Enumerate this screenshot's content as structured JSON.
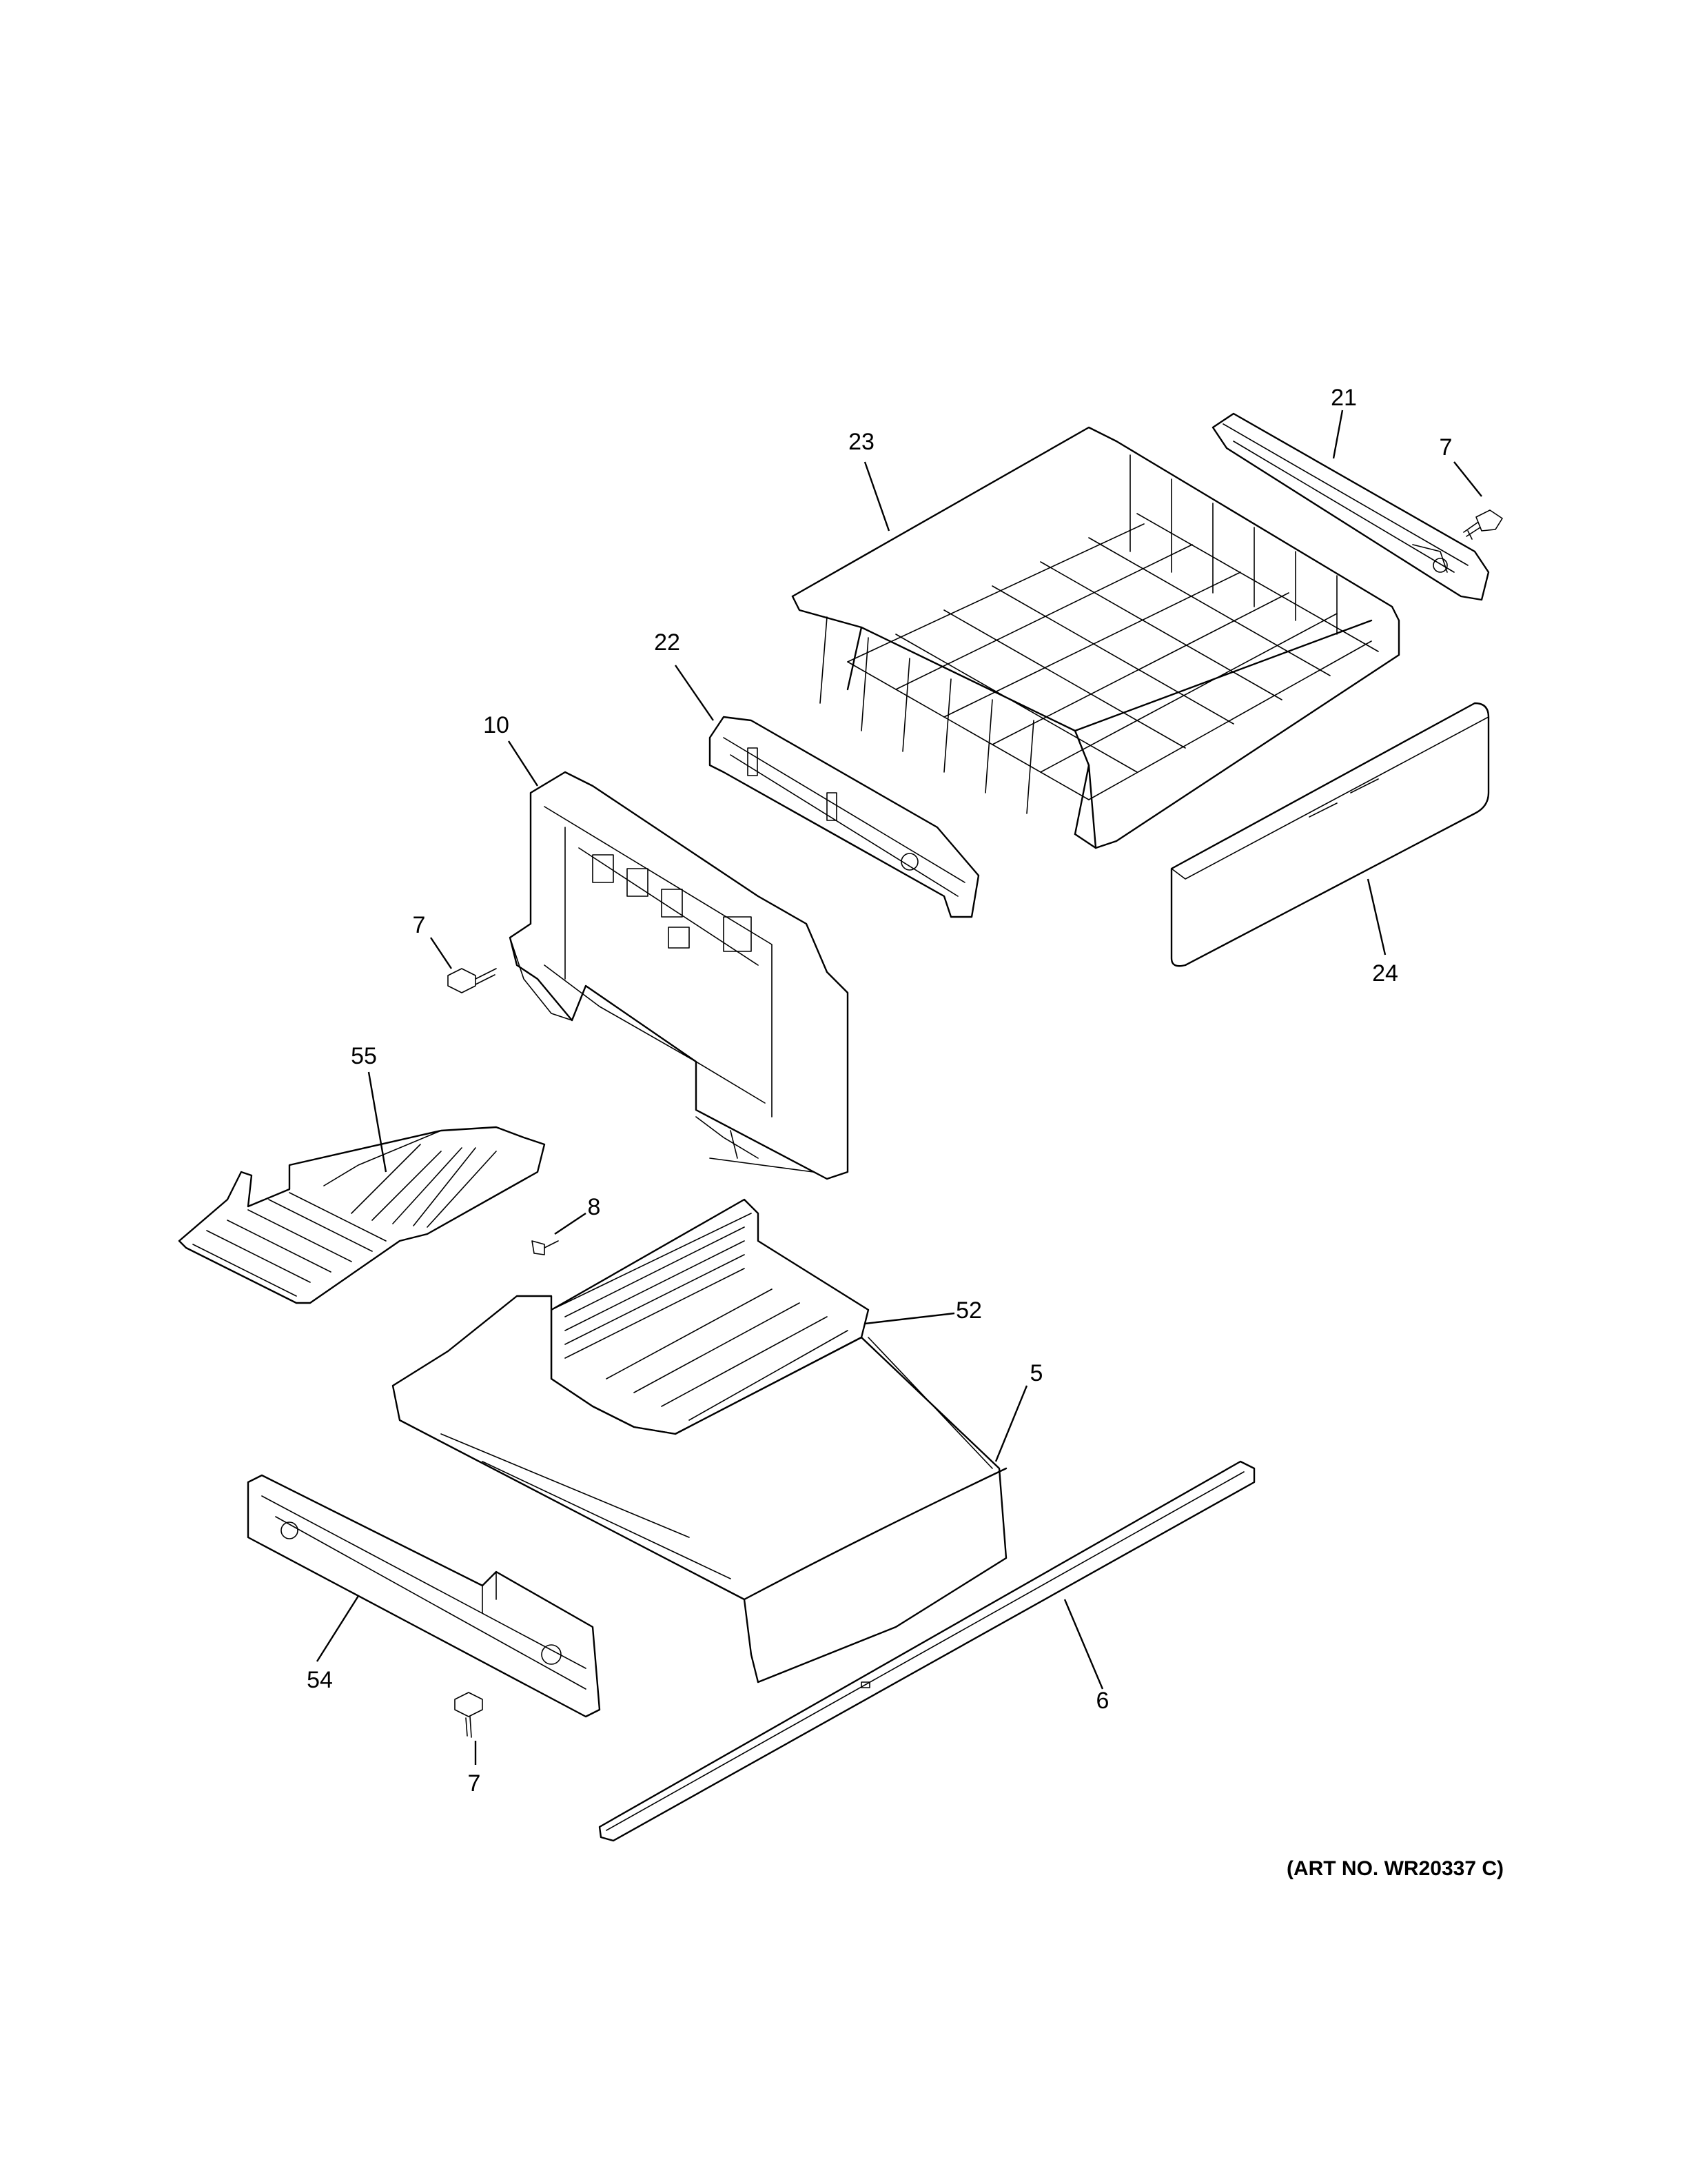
{
  "diagram": {
    "callouts": [
      "23",
      "21",
      "7",
      "22",
      "10",
      "7",
      "24",
      "55",
      "8",
      "52",
      "5",
      "54",
      "6",
      "7"
    ],
    "art_number": "(ART NO. WR20337 C)"
  }
}
